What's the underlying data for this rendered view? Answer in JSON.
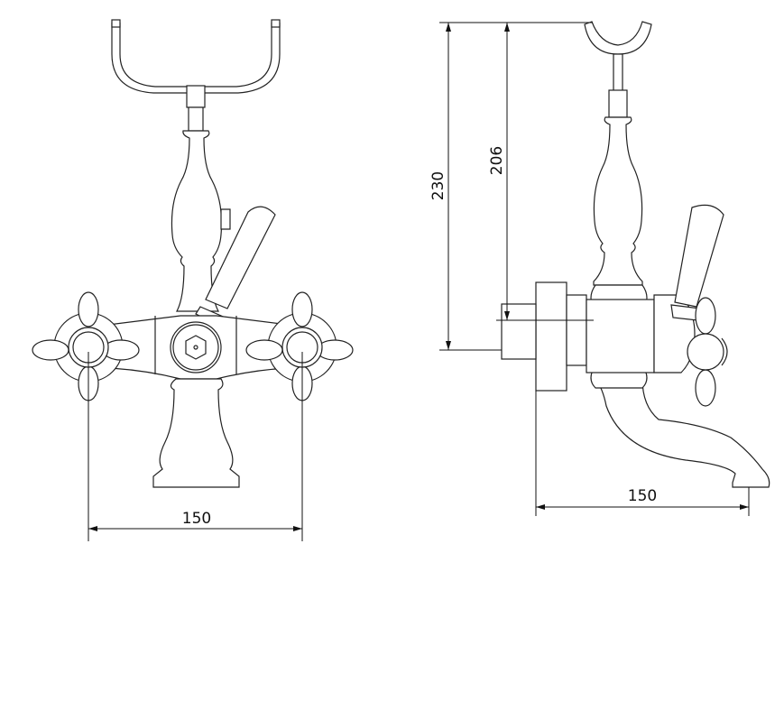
{
  "drawing": {
    "front_view": {
      "width_dimension": "150"
    },
    "side_view": {
      "height_overall": "230",
      "height_to_body": "206",
      "projection_dimension": "150"
    }
  },
  "colors": {
    "line": "#222222",
    "background": "#ffffff"
  }
}
